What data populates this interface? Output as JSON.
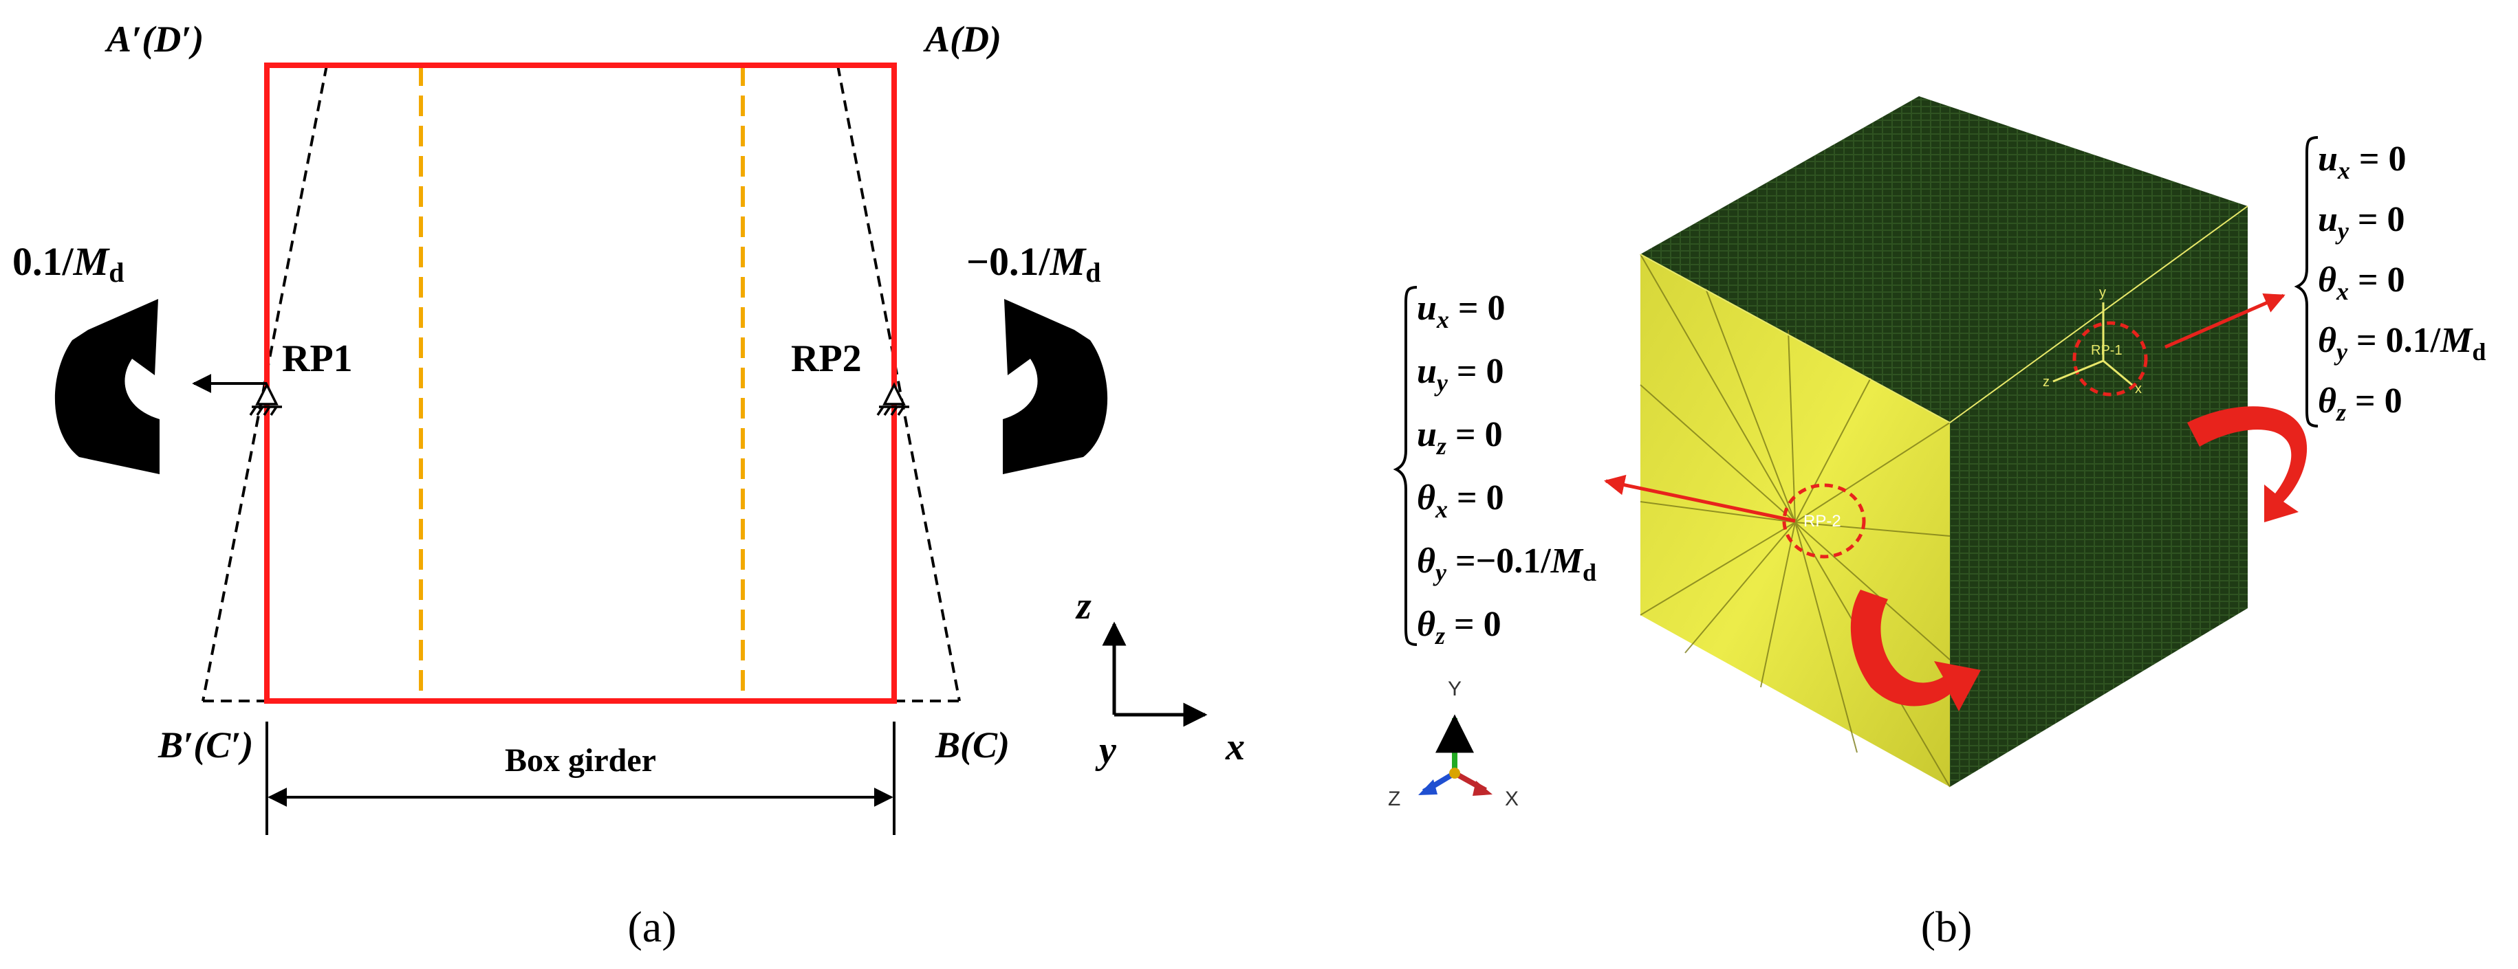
{
  "panel_a": {
    "caption": "(a)",
    "corner_top_left": "A′(D′)",
    "corner_top_right": "A(D)",
    "corner_bottom_left": "B′(C′)",
    "corner_bottom_right": "B(C)",
    "rp_left": "RP1",
    "rp_right": "RP2",
    "moment_left": {
      "coef": "0.1/",
      "sym": "M",
      "sub": "d"
    },
    "moment_right": {
      "coef": "−0.1/",
      "sym": "M",
      "sub": "d"
    },
    "dimension_label": "Box girder",
    "axis_z": "z",
    "axis_y": "y",
    "axis_x": "x"
  },
  "panel_b": {
    "caption": "(b)",
    "rp1_tag": "RP-1",
    "rp2_tag": "RP-2",
    "triad": {
      "y": "Y",
      "z": "Z",
      "x": "X"
    },
    "local_triad": {
      "y": "y",
      "z": "z",
      "x": "x"
    },
    "left_conditions": [
      {
        "sym": "u",
        "sub": "x",
        "rhs": "= 0"
      },
      {
        "sym": "u",
        "sub": "y",
        "rhs": "= 0"
      },
      {
        "sym": "u",
        "sub": "z",
        "rhs": "= 0"
      },
      {
        "sym": "θ",
        "sub": "x",
        "rhs": "= 0"
      },
      {
        "sym": "θ",
        "sub": "y",
        "rhs": "=−0.1/",
        "msym": "M",
        "msub": "d"
      },
      {
        "sym": "θ",
        "sub": "z",
        "rhs": "= 0"
      }
    ],
    "right_conditions": [
      {
        "sym": "u",
        "sub": "x",
        "rhs": "= 0"
      },
      {
        "sym": "u",
        "sub": "y",
        "rhs": "= 0"
      },
      {
        "sym": "θ",
        "sub": "x",
        "rhs": "= 0"
      },
      {
        "sym": "θ",
        "sub": "y",
        "rhs": "= 0.1/",
        "msym": "M",
        "msub": "d"
      },
      {
        "sym": "θ",
        "sub": "z",
        "rhs": "= 0"
      }
    ]
  },
  "colors": {
    "girder": "#ff1a1a",
    "inner_lines": "#f2a900",
    "dashed": "#000000",
    "cube_dark": "#1e3a14",
    "cube_yellow": "#e2e23a",
    "arrow_red": "#e8231c"
  }
}
